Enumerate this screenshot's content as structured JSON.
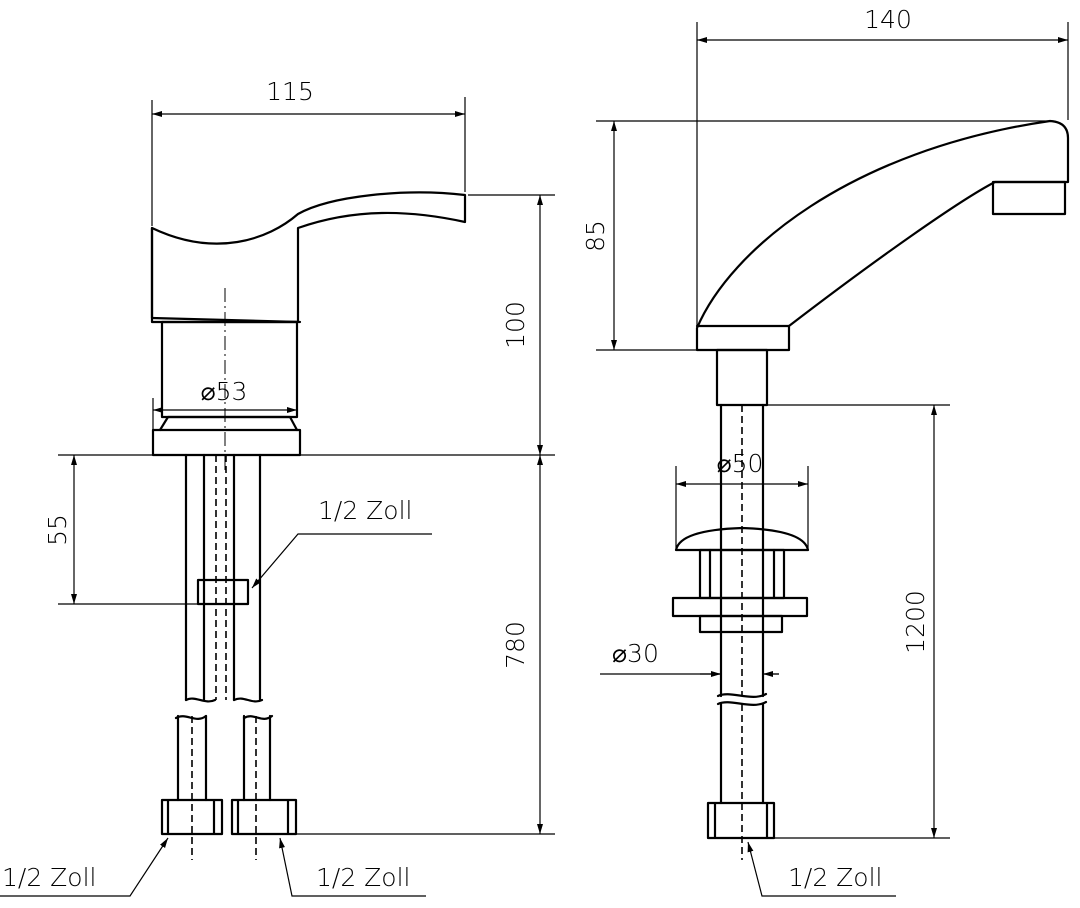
{
  "dimensions": {
    "left_handle_width": "115",
    "left_height": "100",
    "left_diameter": "⌀53",
    "left_hose_offset": "55",
    "left_hose_length": "780",
    "right_spout_width": "140",
    "right_spout_height": "85",
    "right_flange_diameter": "⌀50",
    "right_pipe_diameter": "⌀30",
    "right_pipe_length": "1200"
  },
  "labels": {
    "thread_center": "1/2 Zoll",
    "thread_left_a": "1/2 Zoll",
    "thread_left_b": "1/2 Zoll",
    "thread_right": "1/2 Zoll"
  }
}
